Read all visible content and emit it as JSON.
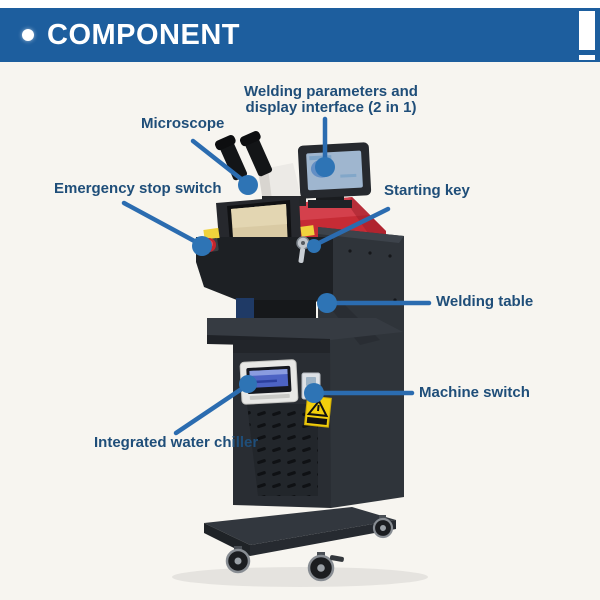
{
  "header": {
    "title": "COMPONENT",
    "bullet_icon": "circle-bullet",
    "accent_bar_icon": "white-exclamation-bar",
    "bar_color": "#1d5e9e",
    "text_color": "#ffffff"
  },
  "diagram": {
    "labels": [
      {
        "id": "welding-parameters-display",
        "text": "Welding parameters and display interface (2 in 1)"
      },
      {
        "id": "microscope",
        "text": "Microscope"
      },
      {
        "id": "emergency-stop-switch",
        "text": "Emergency stop switch"
      },
      {
        "id": "starting-key",
        "text": "Starting key"
      },
      {
        "id": "welding-table",
        "text": "Welding table"
      },
      {
        "id": "machine-switch",
        "text": "Machine switch"
      },
      {
        "id": "integrated-water-chiller",
        "text": "Integrated water chiller"
      }
    ],
    "colors": {
      "label_text": "#1f4e79",
      "leader_line": "#2b6cb0",
      "leader_dot": "#2e74b5",
      "machine_red": "#c62b35",
      "machine_dark": "#24272c",
      "viewing_window_beige": "#d9caa4",
      "lcd_blue": "#4d63c4",
      "warning_yellow": "#f2cf0c",
      "background": "#f7f5f0"
    }
  }
}
